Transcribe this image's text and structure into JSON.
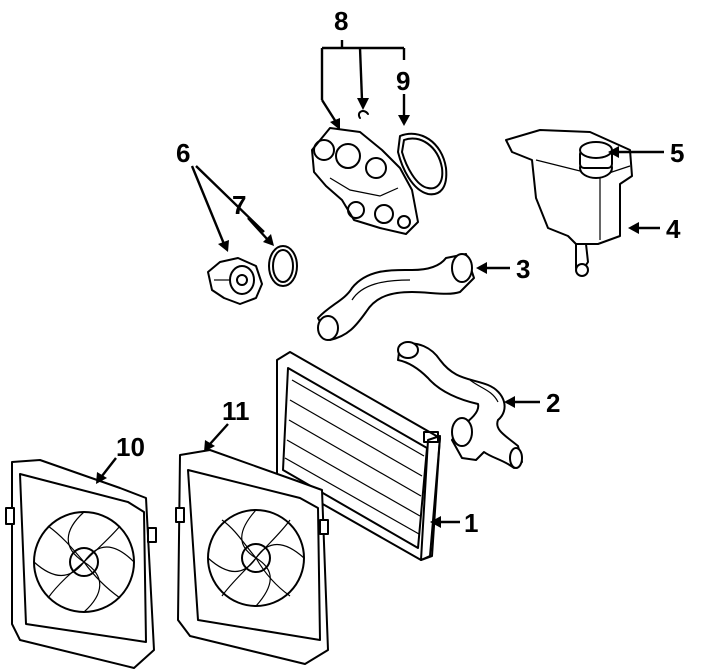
{
  "diagram": {
    "callouts": {
      "radiator": "1",
      "lower_hose": "2",
      "upper_hose": "3",
      "reservoir": "4",
      "reservoir_cap": "5",
      "thermostat": "6",
      "thermostat_seal": "7",
      "water_pump": "8",
      "pump_gasket": "9",
      "fan_assembly": "10",
      "fan_shroud": "11"
    }
  }
}
